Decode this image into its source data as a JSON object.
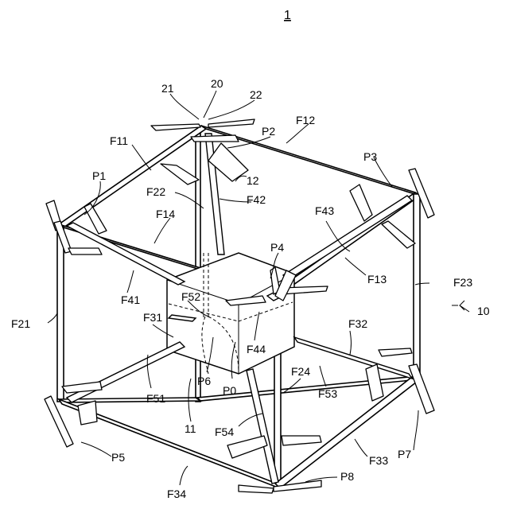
{
  "figure": {
    "number": "1",
    "labels": {
      "l20": "20",
      "l21": "21",
      "l22": "22",
      "P1": "P1",
      "P2": "P2",
      "P3": "P3",
      "P4": "P4",
      "P5": "P5",
      "P6": "P6",
      "P7": "P7",
      "P8": "P8",
      "P0": "P0",
      "F11": "F11",
      "F12": "F12",
      "F13": "F13",
      "F14": "F14",
      "F21": "F21",
      "F22": "F22",
      "F23": "F23",
      "F24": "F24",
      "F31": "F31",
      "F32": "F32",
      "F33": "F33",
      "F34": "F34",
      "F41": "F41",
      "F42": "F42",
      "F43": "F43",
      "F44": "F44",
      "F51": "F51",
      "F52": "F52",
      "F53": "F53",
      "F54": "F54",
      "l10": "10",
      "l11": "11",
      "l12": "12"
    }
  }
}
